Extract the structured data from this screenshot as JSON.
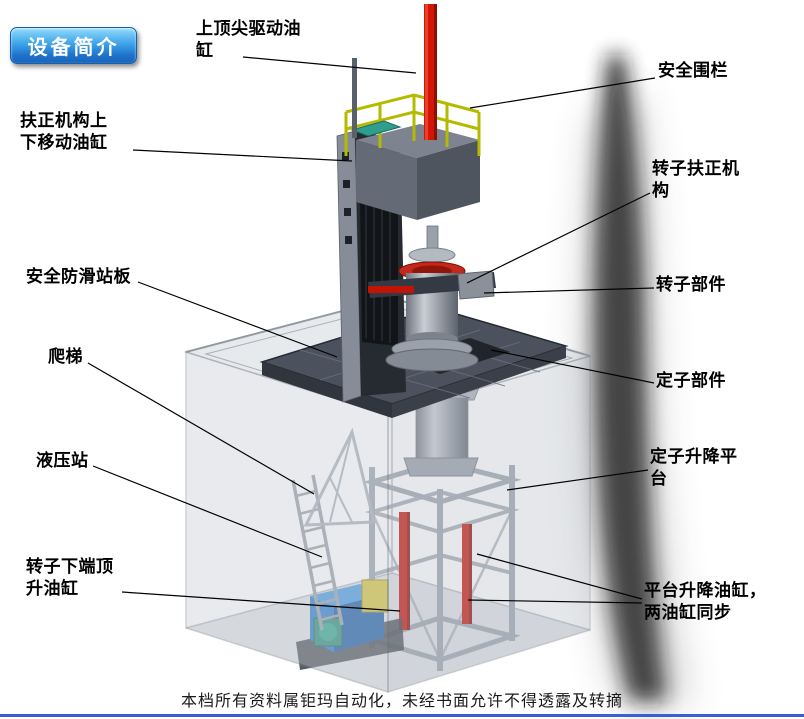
{
  "page": {
    "title_badge": "设备简介",
    "footer": "本档所有资料属钜玛自动化，未经书面允许不得透露及转摘"
  },
  "labels": {
    "top_spindle_cylinder": "上顶尖驱动油缸",
    "safety_fence": "安全围栏",
    "centering_lift_cylinder": "扶正机构上下移动油缸",
    "rotor_centering_mechanism": "转子扶正机构",
    "anti_slip_platform": "安全防滑站板",
    "rotor_component": "转子部件",
    "ladder": "爬梯",
    "stator_component": "定子部件",
    "hydraulic_station": "液压站",
    "stator_lift_platform": "定子升降平台",
    "rotor_bottom_jack_cylinder": "转子下端顶升油缸",
    "platform_lift_cylinders": "平台升降油缸，两油缸同步"
  },
  "colors": {
    "badge_gradient_top": "#8fdcfa",
    "badge_gradient_bottom": "#1a65b8",
    "cylinder_red": "#c81404",
    "railing_yellow": "#b4ba00",
    "hydraulic_blue": "#2e7fd0",
    "platform_dark_gray": "#4b515d",
    "bottom_rule_blue": "#3b5fd0"
  }
}
